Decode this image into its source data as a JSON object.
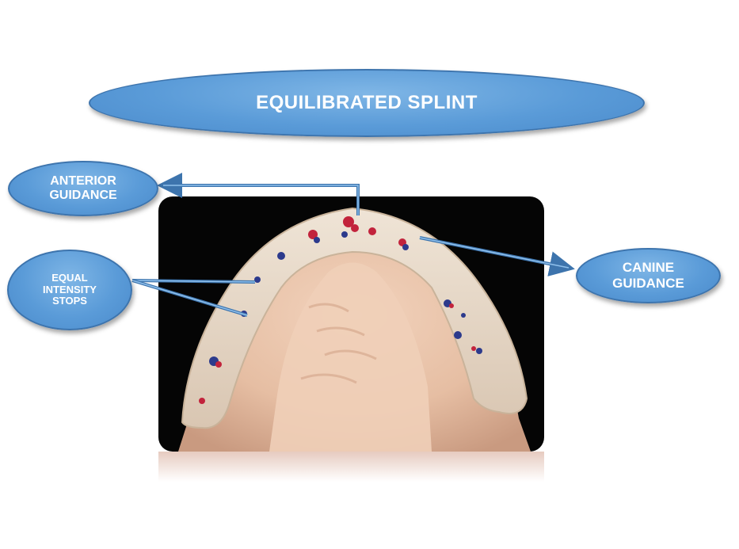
{
  "title": "EQUILIBRATED SPLINT",
  "labels": {
    "anterior_guidance": "ANTERIOR\nGUIDANCE",
    "equal_intensity_stops": "EQUAL\nINTENSITY\nSTOPS",
    "canine_guidance": "CANINE\nGUIDANCE"
  },
  "photo": {
    "subject": "occlusal splint on maxillary cast with articulating paper markings"
  },
  "colors": {
    "ellipse_fill": "#5a9bd8",
    "ellipse_border": "#3d74ad",
    "label_text": "#ffffff",
    "photo_background": "#050505",
    "splint": "#e9d7c4",
    "cast": "#e8c2a8",
    "mark_red": "#c2233c",
    "mark_blue": "#2c3a8c"
  }
}
